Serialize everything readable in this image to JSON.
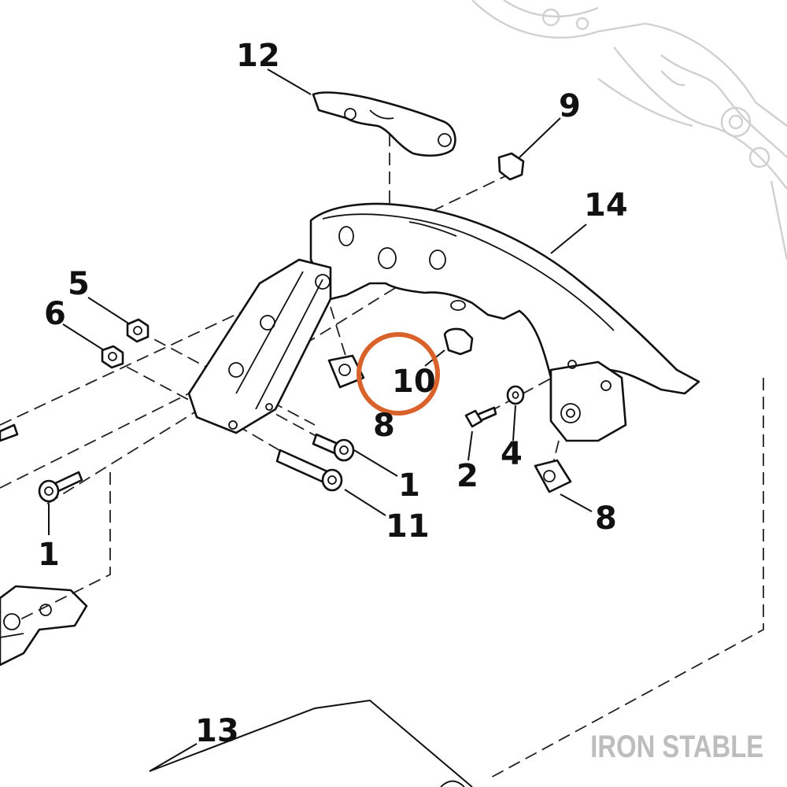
{
  "labels": {
    "p1a": "1",
    "p1b": "1",
    "p2": "2",
    "p4": "4",
    "p5": "5",
    "p6": "6",
    "p8a": "8",
    "p8b": "8",
    "p9": "9",
    "p10": "10",
    "p11": "11",
    "p12": "12",
    "p13": "13",
    "p14": "14"
  },
  "highlight": {
    "target": "10",
    "color": "#d9622b"
  },
  "watermark": {
    "text": "IRON STABLE",
    "color": "#bdbdbd"
  }
}
